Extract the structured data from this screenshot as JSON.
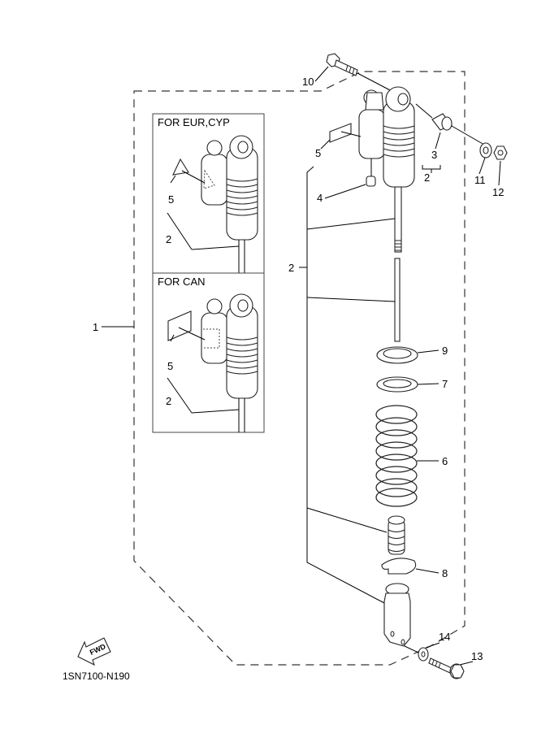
{
  "diagram": {
    "drawing_code": "1SN7100-N190",
    "fwd_label": "FWD",
    "insets": [
      {
        "title": "FOR EUR,CYP",
        "labels": [
          "5",
          "2"
        ]
      },
      {
        "title": "FOR CAN",
        "labels": [
          "5",
          "2"
        ]
      }
    ],
    "callouts": {
      "c1": "1",
      "c2_main": "2",
      "c2_sub": "2",
      "c3": "3",
      "c4": "4",
      "c5": "5",
      "c6": "6",
      "c7": "7",
      "c8": "8",
      "c9": "9",
      "c10": "10",
      "c11": "11",
      "c12": "12",
      "c13": "13",
      "c14": "14"
    }
  }
}
